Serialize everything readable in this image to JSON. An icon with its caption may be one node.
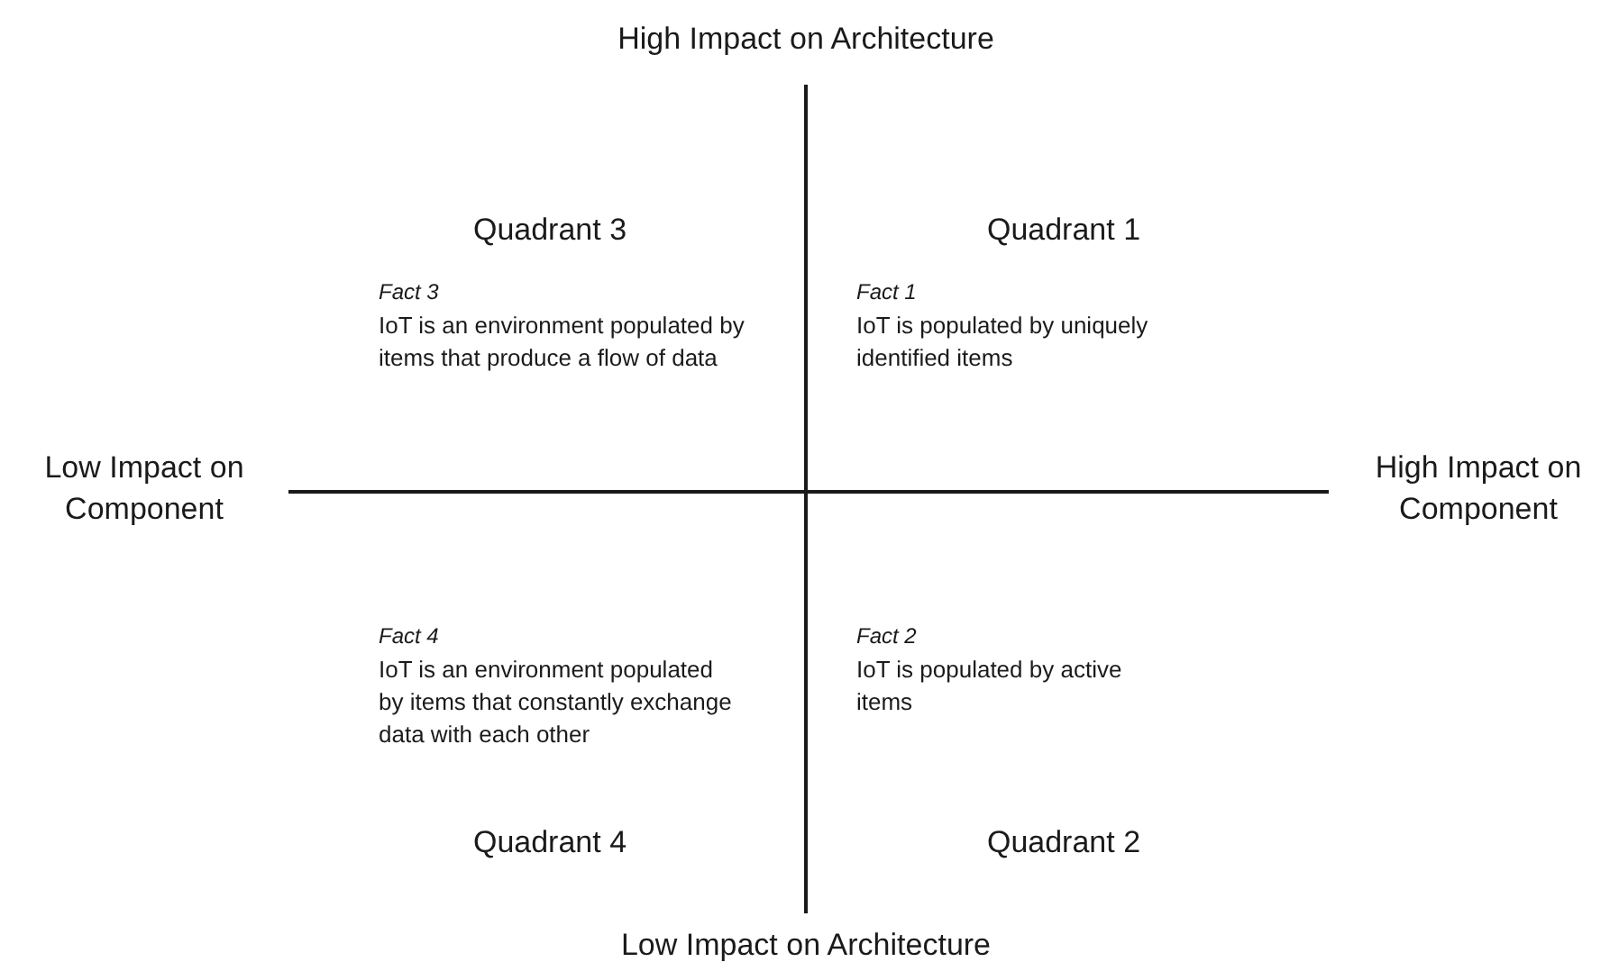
{
  "diagram": {
    "labels": [
      "High Impact on Architecture",
      "Quadrant 3",
      "Quadrant 1",
      "Fact 3",
      "IoT is an environment populated by items that produce a flow of data",
      "Fact 1",
      "IoT is populated by uniquely identified items",
      "Low Impact on Component",
      "High Impact on Component",
      "Fact 4",
      "IoT is an environment populated by items that constantly exchange data with each other",
      "Fact 2",
      "IoT is populated by active items",
      "Quadrant 4",
      "Quadrant 2",
      "Low Impact on Architecture"
    ]
  }
}
